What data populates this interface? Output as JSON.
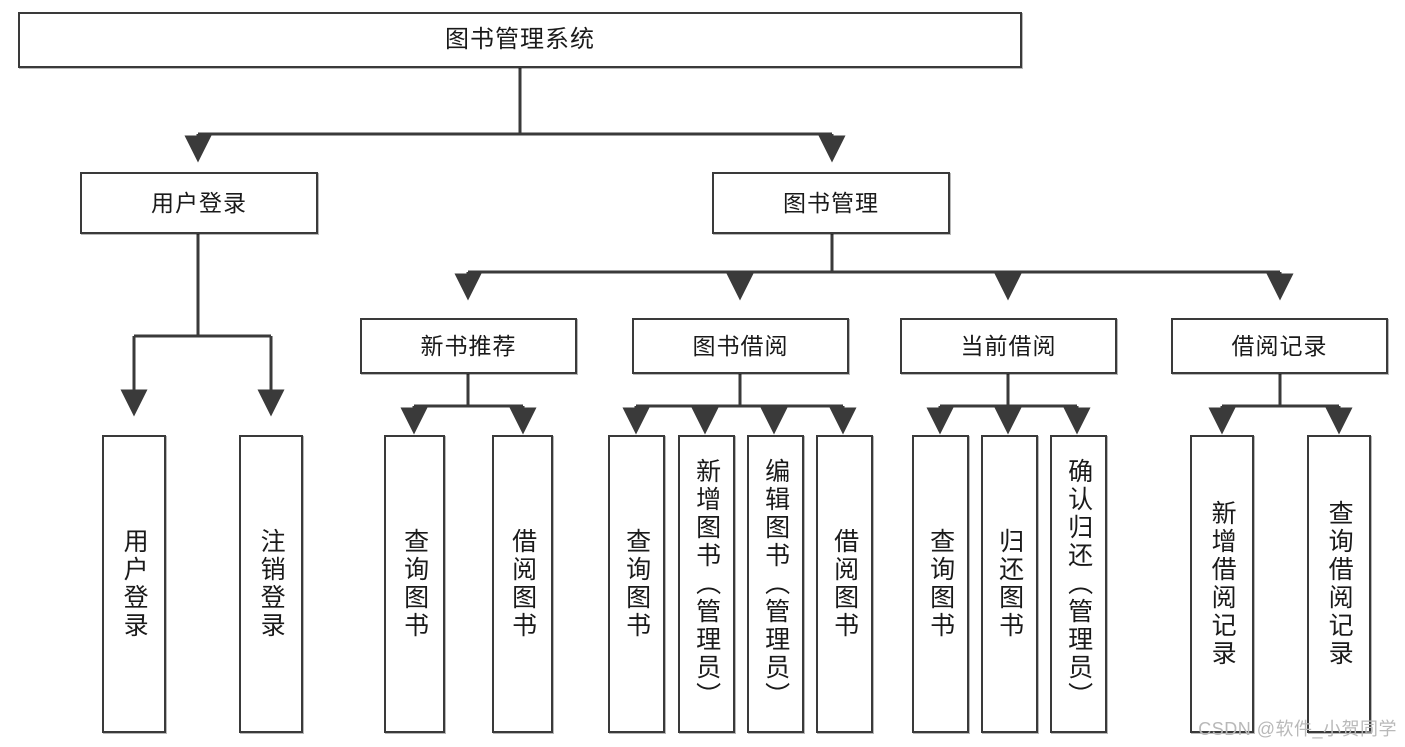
{
  "diagram": {
    "type": "tree-hierarchy",
    "title": "图书管理系统",
    "root": {
      "label": "图书管理系统"
    },
    "level2": [
      {
        "label": "用户登录"
      },
      {
        "label": "图书管理"
      }
    ],
    "level3": [
      {
        "label": "新书推荐"
      },
      {
        "label": "图书借阅"
      },
      {
        "label": "当前借阅"
      },
      {
        "label": "借阅记录"
      }
    ],
    "leaves": {
      "user_login": [
        {
          "label": "用户登录"
        },
        {
          "label": "注销登录"
        }
      ],
      "new_book_recommend": [
        {
          "label": "查询图书"
        },
        {
          "label": "借阅图书"
        }
      ],
      "book_borrow": [
        {
          "label": "查询图书"
        },
        {
          "label": "新增图书（管理员）"
        },
        {
          "label": "编辑图书（管理员）"
        },
        {
          "label": "借阅图书"
        }
      ],
      "current_borrow": [
        {
          "label": "查询图书"
        },
        {
          "label": "归还图书"
        },
        {
          "label": "确认归还（管理员）"
        }
      ],
      "borrow_record": [
        {
          "label": "新增借阅记录"
        },
        {
          "label": "查询借阅记录"
        }
      ]
    },
    "colors": {
      "box_border": "#3a3a3a",
      "box_fill": "#ffffff",
      "edge": "#3a3a3a",
      "text": "#1a1a1a",
      "watermark": "#b9b9b9",
      "background": "#ffffff"
    }
  },
  "watermark": {
    "text": "CSDN @软件_小贺同学"
  }
}
